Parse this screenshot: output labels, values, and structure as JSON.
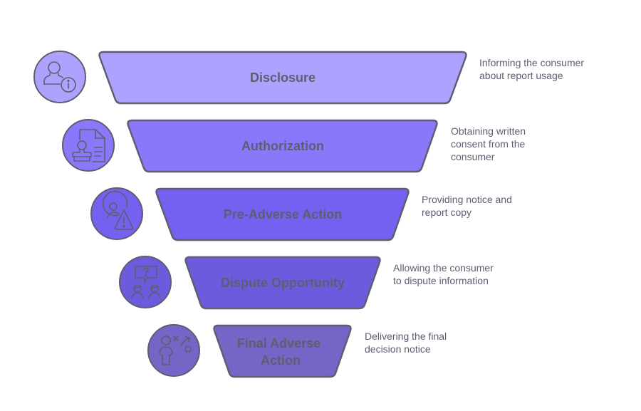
{
  "diagram": {
    "type": "funnel",
    "stages": [
      {
        "label": "Disclosure",
        "description": "Informing the consumer\nabout report usage",
        "icon": "user-info-icon",
        "color": "#ada3fe"
      },
      {
        "label": "Authorization",
        "description": "Obtaining written\nconsent from the\nconsumer",
        "icon": "stamp-document-icon",
        "color": "#8a78fb"
      },
      {
        "label": "Pre-Adverse Action",
        "description": "Providing notice and\nreport copy",
        "icon": "user-warning-icon",
        "color": "#7461f0"
      },
      {
        "label": "Dispute Opportunity",
        "description": "Allowing the consumer\nto dispute information",
        "icon": "people-question-icon",
        "color": "#6b5cdd"
      },
      {
        "label": "Final Adverse Action",
        "label_lines": [
          "Final Adverse",
          "Action"
        ],
        "description": "Delivering the final\ndecision notice",
        "icon": "user-strategy-icon",
        "color": "#7366c6"
      }
    ],
    "outline_color": "#5f5d70",
    "text_color": "#5f5d70"
  }
}
